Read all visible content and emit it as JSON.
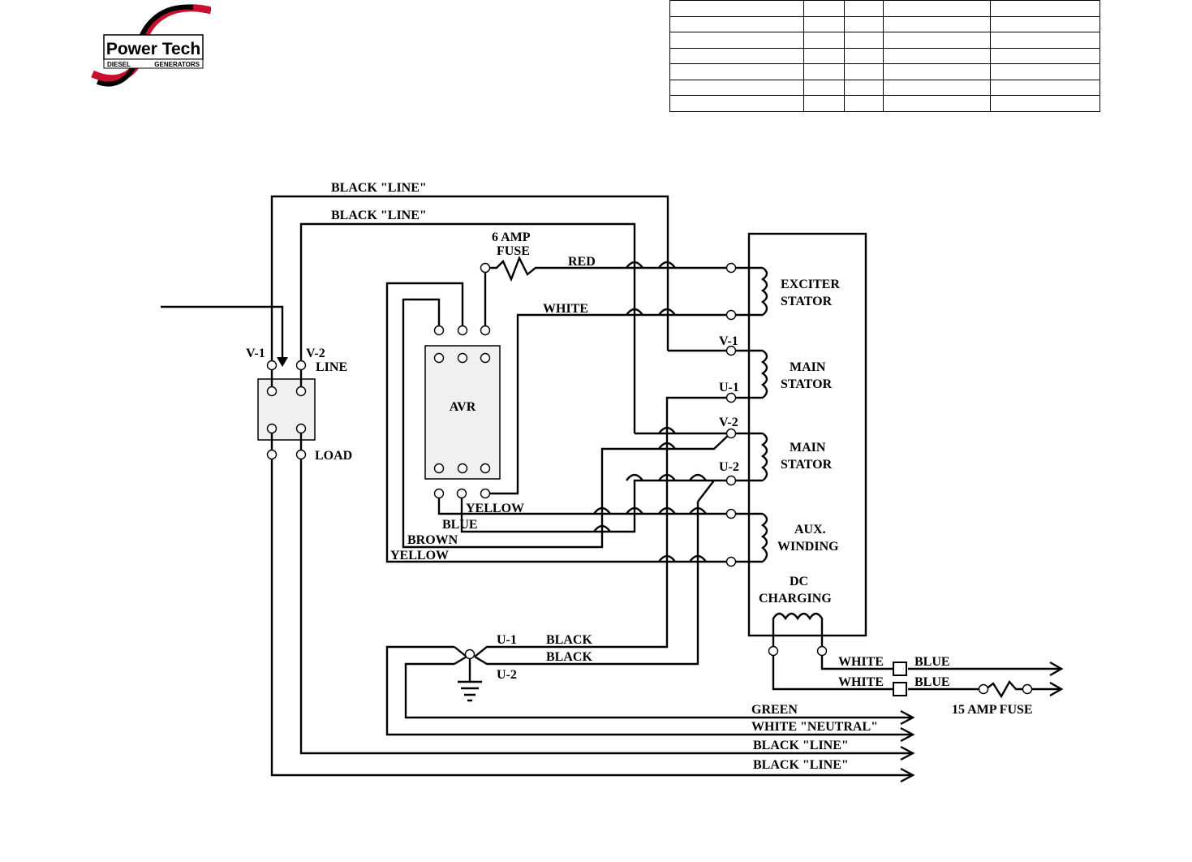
{
  "logo": {
    "brand": "Power Tech",
    "tagline_left": "DIESEL",
    "tagline_right": "GENERATORS",
    "colors": {
      "red": "#c8102e",
      "black": "#000000"
    }
  },
  "title_block": {
    "rows": 7,
    "columns": 5,
    "cells_text": []
  },
  "labels": {
    "black_line_1": "BLACK \"LINE\"",
    "black_line_2": "BLACK \"LINE\"",
    "fuse_6a_1": "6 AMP",
    "fuse_6a_2": "FUSE",
    "red": "RED",
    "white_top": "WHITE",
    "v1_breaker": "V-1",
    "v2_breaker": "V-2",
    "line": "LINE",
    "load": "LOAD",
    "avr": "AVR",
    "yellow_a": "YELLOW",
    "blue": "BLUE",
    "brown": "BROWN",
    "yellow_b": "YELLOW",
    "exciter_1": "EXCITER",
    "exciter_2": "STATOR",
    "v1_gen": "V-1",
    "main1_1": "MAIN",
    "main1_2": "STATOR",
    "u1_gen": "U-1",
    "v2_gen": "V-2",
    "main2_1": "MAIN",
    "main2_2": "STATOR",
    "u2_gen": "U-2",
    "aux_1": "AUX.",
    "aux_2": "WINDING",
    "dc_1": "DC",
    "dc_2": "CHARGING",
    "u1_bottom": "U-1",
    "black_1": "BLACK",
    "black_2": "BLACK",
    "u2_bottom": "U-2",
    "white_out_1": "WHITE",
    "blue_out_1": "BLUE",
    "white_out_2": "WHITE",
    "blue_out_2": "BLUE",
    "fuse_15a": "15 AMP FUSE",
    "green": "GREEN",
    "white_neutral": "WHITE \"NEUTRAL\"",
    "black_line_3": "BLACK \"LINE\"",
    "black_line_4": "BLACK \"LINE\""
  }
}
